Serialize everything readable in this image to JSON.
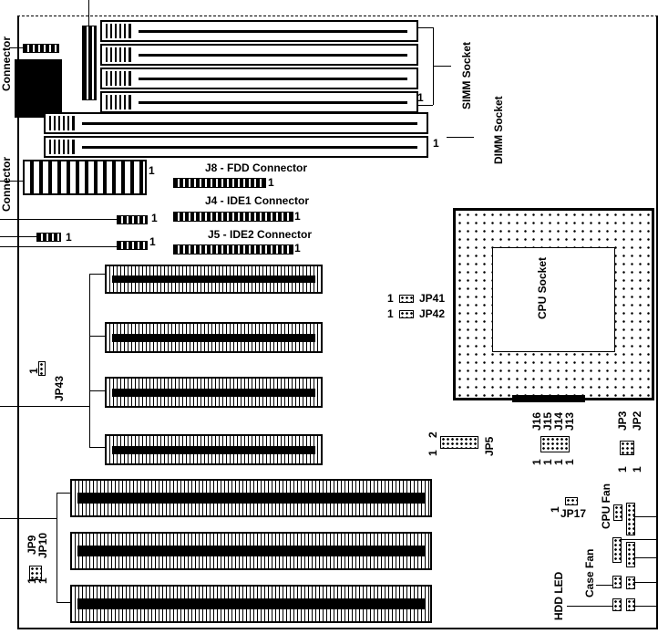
{
  "labels": {
    "fdd": "J8 - FDD Connector",
    "ide1": "J4 - IDE1 Connector",
    "ide2": "J5 - IDE2 Connector",
    "simm": "SIMM Socket",
    "dimm": "DIMM Socket",
    "cpu": "CPU Socket",
    "jp41": "JP41",
    "jp42": "JP42",
    "jp43": "JP43",
    "jp5": "JP5",
    "j16": "J16",
    "j15": "J15",
    "j14": "J14",
    "j13": "J13",
    "jp3": "JP3",
    "jp2": "JP2",
    "jp17": "JP17",
    "cpu_fan": "CPU Fan",
    "case_fan": "Case Fan",
    "hdd_led": "HDD LED",
    "jp9": "JP9",
    "jp10": "JP10",
    "conn_top": "Connector",
    "conn_power": "Connector",
    "pin1": "1",
    "pin2": "2"
  }
}
